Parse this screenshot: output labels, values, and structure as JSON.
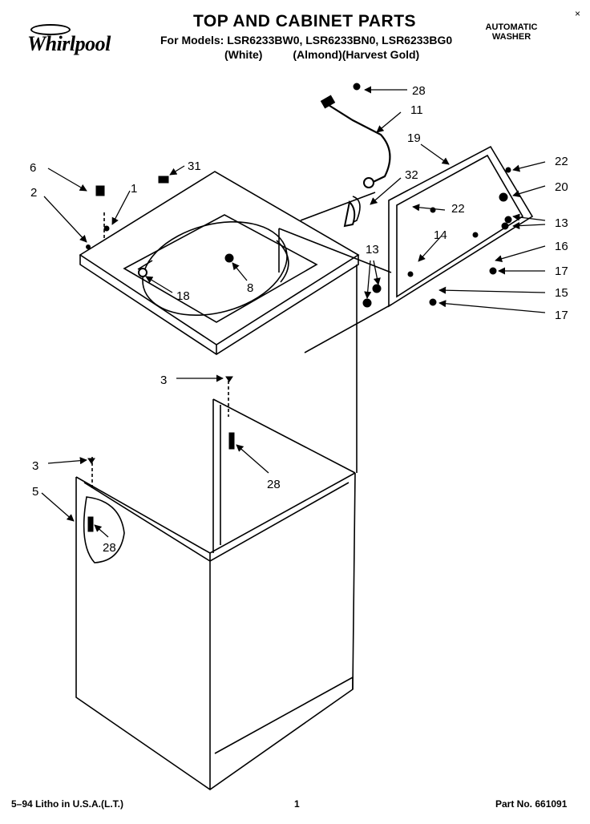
{
  "header": {
    "brand": "Whirlpool",
    "title": "TOP AND CABINET PARTS",
    "models": "For Models: LSR6233BW0, LSR6233BN0, LSR6233BG0",
    "colors": [
      "(White)",
      "(Almond)(Harvest Gold)"
    ],
    "product_type": [
      "AUTOMATIC",
      "WASHER"
    ],
    "corner_mark": "×"
  },
  "callouts": {
    "c28a": "28",
    "c11": "11",
    "c19": "19",
    "c22a": "22",
    "c20": "20",
    "c6": "6",
    "c31": "31",
    "c1": "1",
    "c2": "2",
    "c32": "32",
    "c22b": "22",
    "c13a": "13",
    "c14": "14",
    "c16": "16",
    "c13b": "13",
    "c17a": "17",
    "c8": "8",
    "c15": "15",
    "c18": "18",
    "c17b": "17",
    "c3a": "3",
    "c28b": "28",
    "c3b": "3",
    "c5": "5",
    "c28c": "28"
  },
  "footer": {
    "litho": "5–94 Litho in U.S.A.(L.T.)",
    "page": "1",
    "part_no": "Part No. 661091"
  }
}
